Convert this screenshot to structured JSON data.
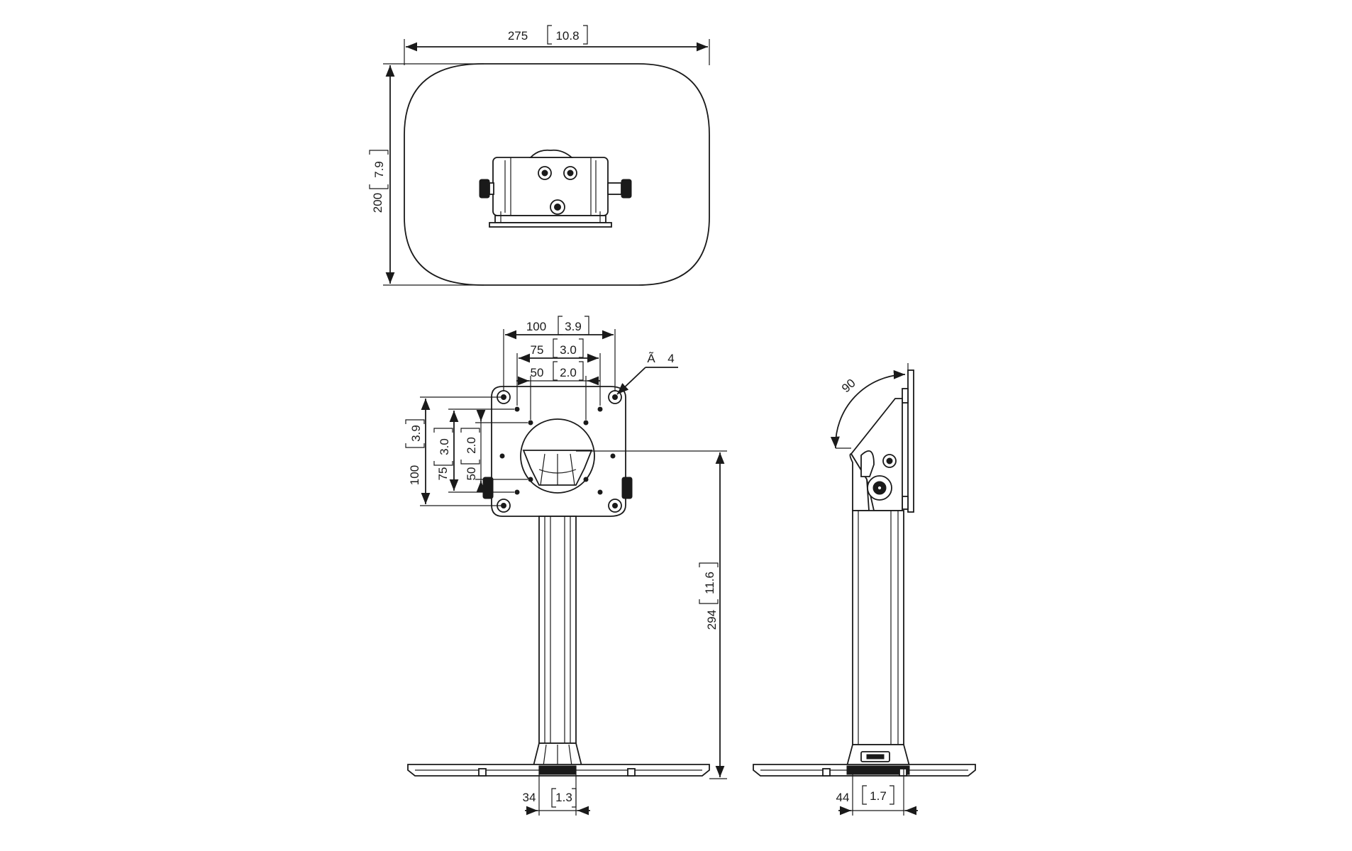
{
  "top_view": {
    "width_mm": "275",
    "width_in": "10.8",
    "depth_mm": "200",
    "depth_in": "7.9"
  },
  "front_view": {
    "vesa_100_mm": "100",
    "vesa_100_in": "3.9",
    "vesa_75_mm": "75",
    "vesa_75_in": "3.0",
    "vesa_50_mm": "50",
    "vesa_50_in": "2.0",
    "hole_symbol": "Ã",
    "hole_diameter": "4",
    "height_mm": "294",
    "height_in": "11.6",
    "column_mm": "34",
    "column_in": "1.3"
  },
  "side_view": {
    "tilt_deg": "90",
    "column_mm": "44",
    "column_in": "1.7"
  }
}
